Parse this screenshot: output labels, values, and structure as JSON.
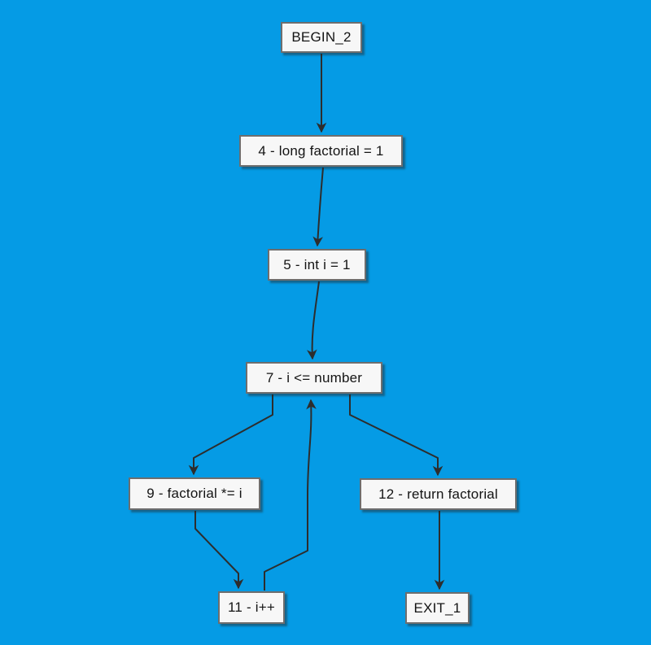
{
  "diagram": {
    "type": "control-flow-graph",
    "background_color": "#059BE5",
    "node_fill": "#F7F7F7",
    "node_border_color": "#6E6E6E",
    "edge_color": "#2D2D2D",
    "nodes": [
      {
        "id": "begin_2",
        "label": "BEGIN_2"
      },
      {
        "id": "node_4",
        "label": "4 - long factorial = 1"
      },
      {
        "id": "node_5",
        "label": "5 - int i = 1"
      },
      {
        "id": "node_7",
        "label": "7 - i <= number"
      },
      {
        "id": "node_9",
        "label": "9 - factorial *= i"
      },
      {
        "id": "node_12",
        "label": "12 - return factorial"
      },
      {
        "id": "node_11",
        "label": "11 - i++"
      },
      {
        "id": "exit_1",
        "label": "EXIT_1"
      }
    ],
    "edges": [
      {
        "from": "begin_2",
        "to": "node_4"
      },
      {
        "from": "node_4",
        "to": "node_5"
      },
      {
        "from": "node_5",
        "to": "node_7"
      },
      {
        "from": "node_7",
        "to": "node_9"
      },
      {
        "from": "node_7",
        "to": "node_12"
      },
      {
        "from": "node_9",
        "to": "node_11"
      },
      {
        "from": "node_11",
        "to": "node_7"
      },
      {
        "from": "node_12",
        "to": "exit_1"
      }
    ]
  }
}
